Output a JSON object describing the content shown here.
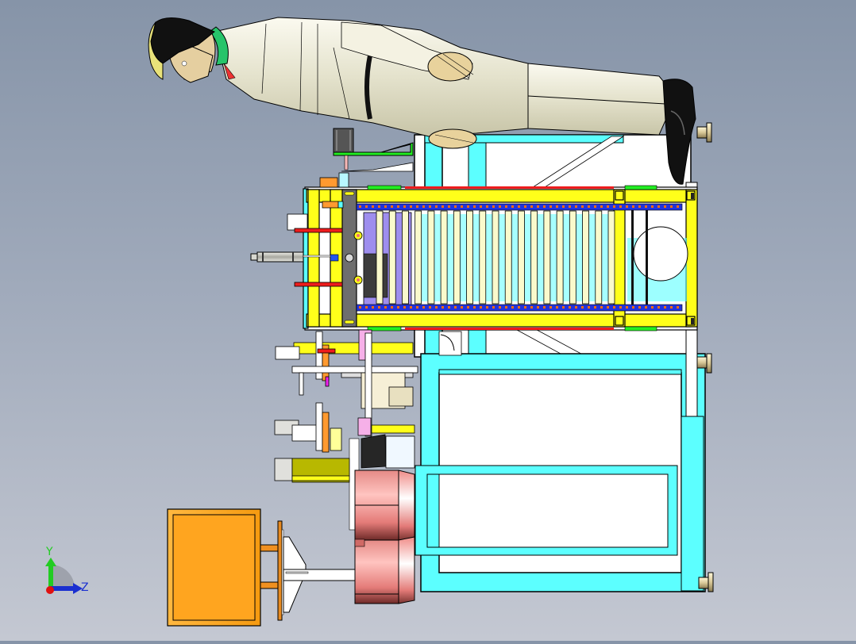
{
  "viewport": {
    "title": "CAD assembly viewport",
    "background_top": "#8694a8",
    "background_bottom": "#c4c8d2"
  },
  "triad": {
    "y_label": "Y",
    "z_label": "Z",
    "y_color": "#22cc22",
    "z_color": "#1a2fd0",
    "x_color": "#e01010"
  },
  "colors": {
    "frame_cyan": "#5cffff",
    "frame_yellow": "#ffff1a",
    "panel_white": "#ffffff",
    "outline": "#000000",
    "chain_blue": "#2233dd",
    "chain_orange": "#ff6a00",
    "slat_cream": "#fafacc",
    "plate_gray": "#6e6e6e",
    "bracket_green": "#22ee22",
    "rail_red": "#ee1c1c",
    "tank_pink": "#f09a96",
    "control_box_orange": "#ffa51f",
    "olive_block": "#b8b800",
    "purple_panel": "#9e8eee",
    "mannequin_suit": "#f4f2e2",
    "mannequin_hair": "#111111",
    "mannequin_collar": "#27c46a"
  },
  "model": {
    "components": [
      "mannequin-human-scale-reference",
      "machine-base-frame",
      "conveyor-chain-assembly",
      "slat-array",
      "pneumatic-cylinder",
      "stepper-motor",
      "pink-tank-upper",
      "pink-tank-lower",
      "control-box-panel",
      "leveling-foot"
    ],
    "slat_count": 19
  }
}
